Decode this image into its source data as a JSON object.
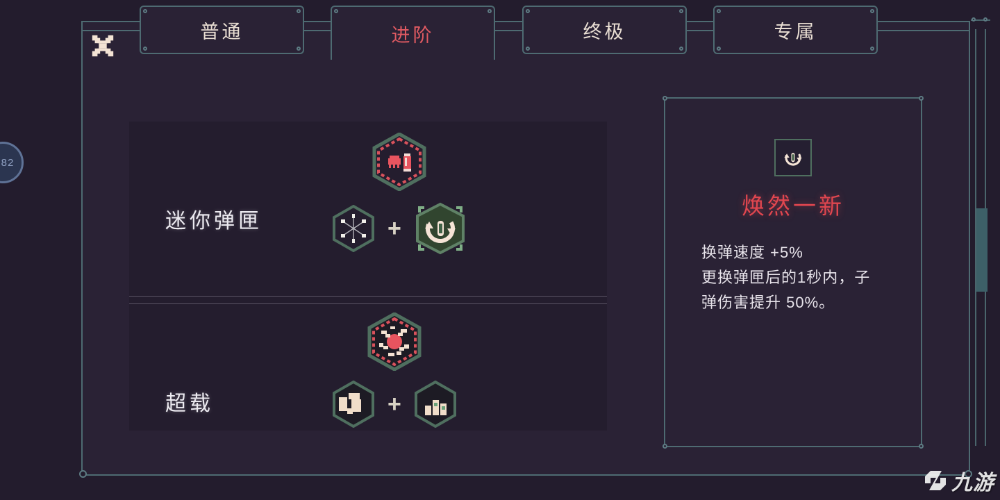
{
  "window": {
    "close_icon": "close-x-icon"
  },
  "edge_widget": {
    "label": "82",
    "icon": "circular-dial-icon"
  },
  "tabs": [
    {
      "label": "普通",
      "active": false
    },
    {
      "label": "进阶",
      "active": true
    },
    {
      "label": "终极",
      "active": false
    },
    {
      "label": "专属",
      "active": false
    }
  ],
  "colors": {
    "accent_red": "#e0464f",
    "tab_border": "#4e6b72",
    "panel_bg": "#2a2235",
    "card_bg": "#241d2e",
    "text_light": "#eceaf0",
    "hex_green": "#4f6f5f",
    "hex_red": "#d9525c"
  },
  "list": [
    {
      "name": "迷你弹匣",
      "result_icon": "mini-magazine-icon",
      "combo": [
        {
          "icon": "spread-shot-icon",
          "selected": false
        },
        {
          "icon": "reload-speed-icon",
          "selected": true
        }
      ],
      "plus": "+"
    },
    {
      "name": "超载",
      "result_icon": "overload-icon",
      "combo": [
        {
          "icon": "burst-icon",
          "selected": false
        },
        {
          "icon": "charge-icon",
          "selected": false
        }
      ],
      "plus": "+"
    }
  ],
  "detail": {
    "icon": "reload-speed-icon",
    "title": "焕然一新",
    "description_lines": [
      "换弹速度 +5%",
      "更换弹匣后的1秒内，子",
      "弹伤害提升 50%。"
    ]
  },
  "scrollbar": {
    "name": "vertical-scrollbar"
  },
  "watermark": {
    "text": "九游",
    "logo": "jiuyou-logo-icon"
  }
}
